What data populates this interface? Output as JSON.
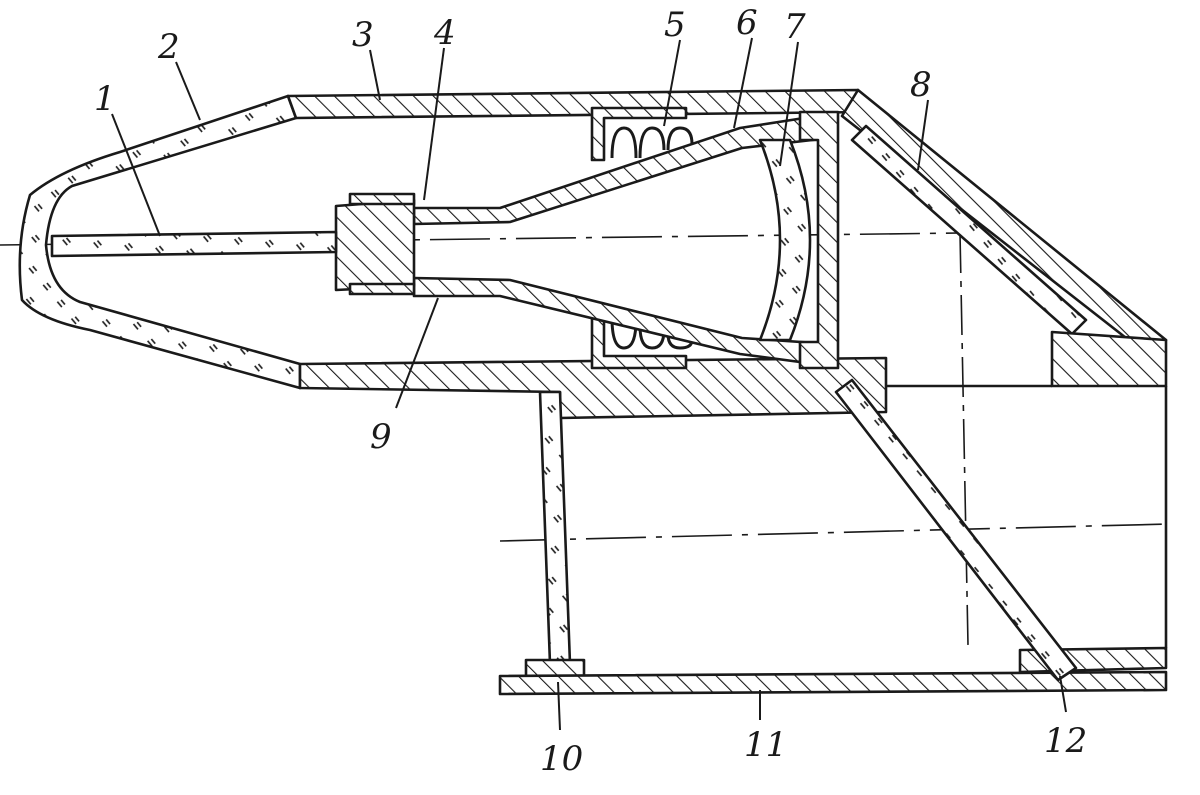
{
  "drawing": {
    "ink_color": "#1a1a1a",
    "background": "#ffffff",
    "labels": [
      "1",
      "2",
      "3",
      "4",
      "5",
      "6",
      "7",
      "8",
      "9",
      "10",
      "11",
      "12"
    ]
  }
}
